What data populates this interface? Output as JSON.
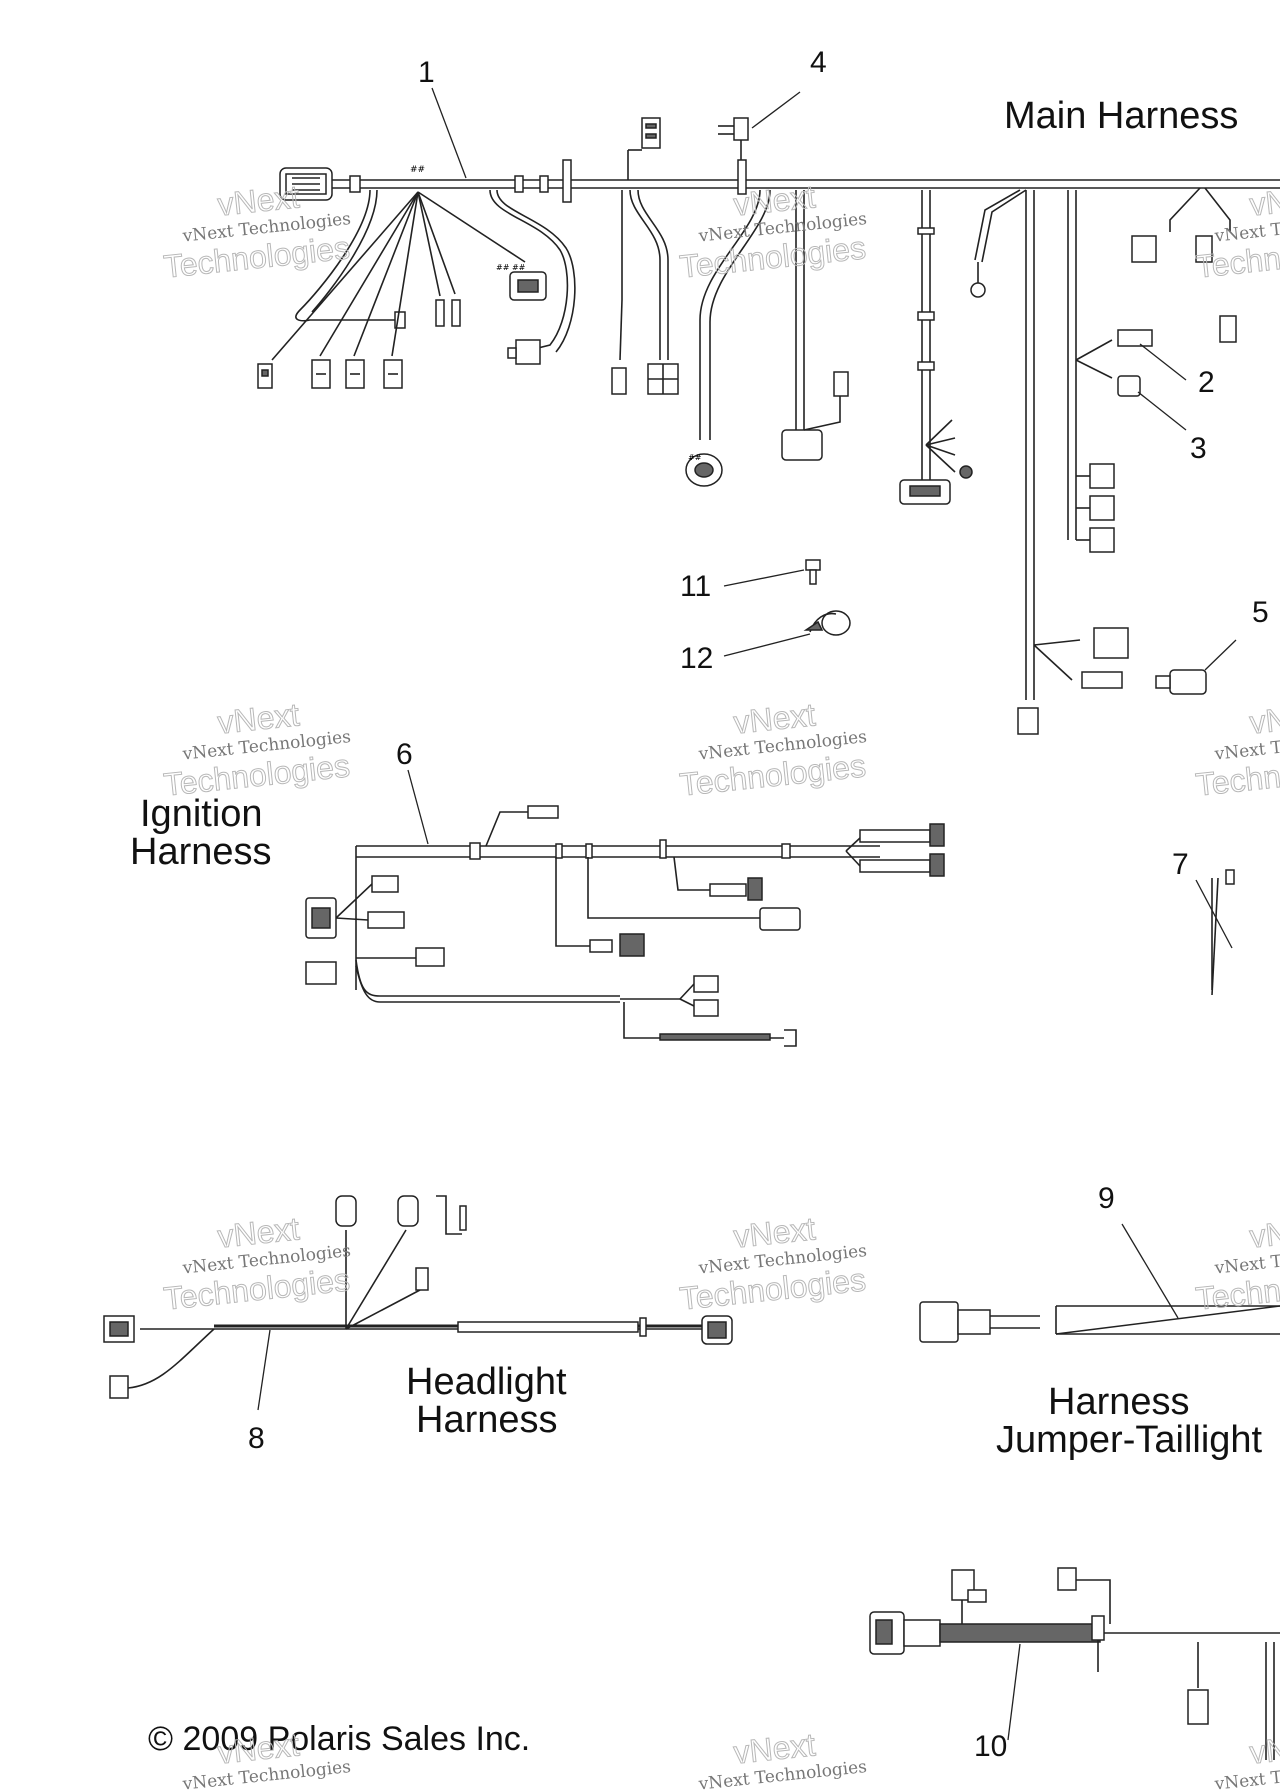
{
  "titles": {
    "main_harness": "Main Harness",
    "ignition_harness": [
      "Ignition",
      "Harness"
    ],
    "headlight_harness": [
      "Headlight",
      "Harness"
    ],
    "taillight_harness": [
      "Harness",
      "Jumper-Taillight"
    ]
  },
  "callouts": {
    "c1": "1",
    "c2": "2",
    "c3": "3",
    "c4": "4",
    "c5": "5",
    "c6": "6",
    "c7": "7",
    "c8": "8",
    "c9": "9",
    "c10": "10",
    "c11": "11",
    "c12": "12"
  },
  "copyright": "© 2009 Polaris Sales Inc.",
  "watermark": {
    "brand": "vNext",
    "line": "vNext Technologies",
    "word": "Technologies"
  }
}
